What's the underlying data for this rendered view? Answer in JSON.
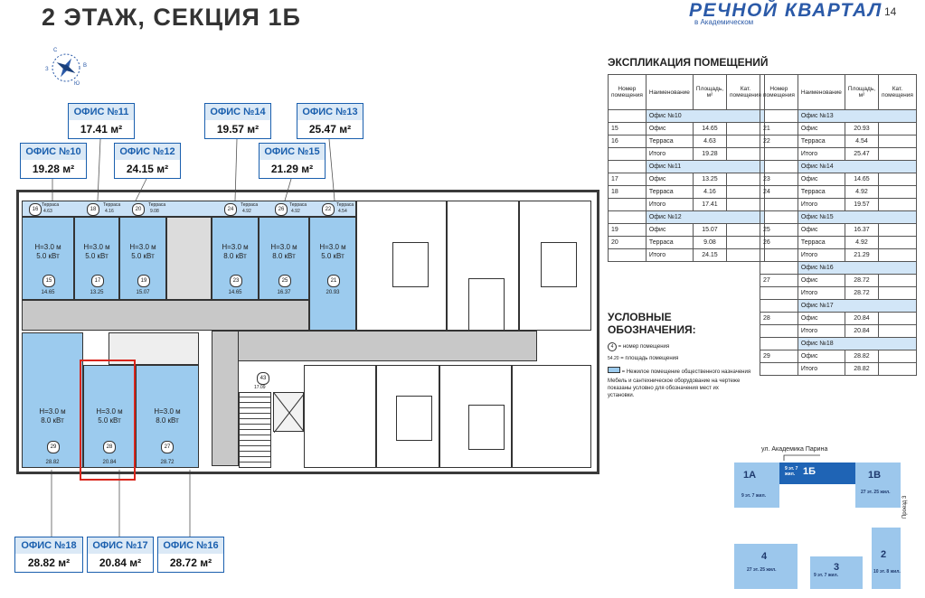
{
  "header": {
    "title": "2 ЭТАЖ, СЕКЦИЯ 1Б",
    "brand": "РЕЧНОЙ КВАРТАЛ",
    "brand_sub": "в Академическом",
    "page_number": "14"
  },
  "compass": {
    "labels": [
      "C",
      "З",
      "В",
      "Ю"
    ]
  },
  "office_labels_top": [
    {
      "title": "ОФИС №11",
      "area": "17.41 м²"
    },
    {
      "title": "ОФИС №10",
      "area": "19.28 м²"
    },
    {
      "title": "ОФИС №12",
      "area": "24.15 м²"
    },
    {
      "title": "ОФИС №14",
      "area": "19.57 м²"
    },
    {
      "title": "ОФИС №13",
      "area": "25.47 м²"
    },
    {
      "title": "ОФИС №15",
      "area": "21.29 м²"
    }
  ],
  "office_labels_bottom": [
    {
      "title": "ОФИС №18",
      "area": "28.82 м²"
    },
    {
      "title": "ОФИС №17",
      "area": "20.84 м²"
    },
    {
      "title": "ОФИС №16",
      "area": "28.72 м²"
    }
  ],
  "plan": {
    "top_rooms": [
      {
        "h": "Н=3.0 м",
        "p": "5.0 кВт",
        "num": "15",
        "area": "14.65",
        "terr": "16",
        "terr_label": "Терраса",
        "terr_area": "4.63"
      },
      {
        "h": "Н=3.0 м",
        "p": "5.0 кВт",
        "num": "17",
        "area": "13.25",
        "terr": "18",
        "terr_label": "Терраса",
        "terr_area": "4.16"
      },
      {
        "h": "Н=3.0 м",
        "p": "5.0 кВт",
        "num": "19",
        "area": "15.07",
        "terr": "20",
        "terr_label": "Терраса",
        "terr_area": "9.08"
      },
      {
        "h": "Н=3.0 м",
        "p": "8.0 кВт",
        "num": "23",
        "area": "14.65",
        "terr": "24",
        "terr_label": "Терраса",
        "terr_area": "4.92"
      },
      {
        "h": "Н=3.0 м",
        "p": "8.0 кВт",
        "num": "25",
        "area": "16.37",
        "terr": "26",
        "terr_label": "Терраса",
        "terr_area": "4.92"
      },
      {
        "h": "Н=3.0 м",
        "p": "5.0 кВт",
        "num": "21",
        "area": "20.93",
        "terr": "22",
        "terr_label": "Терраса",
        "terr_area": "4.54"
      }
    ],
    "bottom_rooms": [
      {
        "h": "Н=3.0 м",
        "p": "8.0 кВт",
        "num": "29",
        "area": "28.82"
      },
      {
        "h": "Н=3.0 м",
        "p": "5.0 кВт",
        "num": "28",
        "area": "20.84"
      },
      {
        "h": "Н=3.0 м",
        "p": "8.0 кВт",
        "num": "27",
        "area": "28.72"
      }
    ],
    "stair_num": "43",
    "stair_area": "17.09"
  },
  "explication": {
    "title": "ЭКСПЛИКАЦИЯ ПОМЕЩЕНИЙ",
    "headers": [
      "Номер помещения",
      "Наименование",
      "Площадь, м²",
      "Кат. помещения"
    ],
    "left": [
      {
        "group": "Офис №10"
      },
      {
        "n": "15",
        "name": "Офис",
        "area": "14.65"
      },
      {
        "n": "16",
        "name": "Терраса",
        "area": "4.63"
      },
      {
        "n": "",
        "name": "Итого",
        "area": "19.28"
      },
      {
        "group": "Офис №11"
      },
      {
        "n": "17",
        "name": "Офис",
        "area": "13.25"
      },
      {
        "n": "18",
        "name": "Терраса",
        "area": "4.16"
      },
      {
        "n": "",
        "name": "Итого",
        "area": "17.41"
      },
      {
        "group": "Офис №12"
      },
      {
        "n": "19",
        "name": "Офис",
        "area": "15.07"
      },
      {
        "n": "20",
        "name": "Терраса",
        "area": "9.08"
      },
      {
        "n": "",
        "name": "Итого",
        "area": "24.15"
      }
    ],
    "right": [
      {
        "group": "Офис №13"
      },
      {
        "n": "21",
        "name": "Офис",
        "area": "20.93"
      },
      {
        "n": "22",
        "name": "Терраса",
        "area": "4.54"
      },
      {
        "n": "",
        "name": "Итого",
        "area": "25.47"
      },
      {
        "group": "Офис №14"
      },
      {
        "n": "23",
        "name": "Офис",
        "area": "14.65"
      },
      {
        "n": "24",
        "name": "Терраса",
        "area": "4.92"
      },
      {
        "n": "",
        "name": "Итого",
        "area": "19.57"
      },
      {
        "group": "Офис №15"
      },
      {
        "n": "25",
        "name": "Офис",
        "area": "16.37"
      },
      {
        "n": "26",
        "name": "Терраса",
        "area": "4.92"
      },
      {
        "n": "",
        "name": "Итого",
        "area": "21.29"
      },
      {
        "group": "Офис №16"
      },
      {
        "n": "27",
        "name": "Офис",
        "area": "28.72"
      },
      {
        "n": "",
        "name": "Итого",
        "area": "28.72"
      },
      {
        "group": "Офис №17"
      },
      {
        "n": "28",
        "name": "Офис",
        "area": "20.84"
      },
      {
        "n": "",
        "name": "Итого",
        "area": "20.84"
      },
      {
        "group": "Офис №18"
      },
      {
        "n": "29",
        "name": "Офис",
        "area": "28.82"
      },
      {
        "n": "",
        "name": "Итого",
        "area": "28.82"
      }
    ]
  },
  "legend": {
    "title_line1": "УСЛОВНЫЕ",
    "title_line2": "ОБОЗНАЧЕНИЯ:",
    "item1_symbol": "4",
    "item1": "= номер помещения",
    "item2_symbol": "54.20",
    "item2": "= площадь помещения",
    "item3": "= Нежилое помещение общественного назначения",
    "note": "Мебель и сантехническое оборудование на чертеже показаны условно для обозначения мест их установки."
  },
  "minimap": {
    "street": "ул. Академика Парина",
    "side_street": "Проезд 3",
    "sections": [
      {
        "label": "1А",
        "sub": "9 эт. 7 жил."
      },
      {
        "label": "1Б",
        "sub": "9 эт. 7 жил."
      },
      {
        "label": "1В",
        "sub": "27 эт. 25 жил."
      },
      {
        "label": "4",
        "sub": "27 эт. 25 жил."
      },
      {
        "label": "3",
        "sub": "9 эт. 7 жил."
      },
      {
        "label": "2",
        "sub": "10 эт. 8 жил."
      }
    ]
  },
  "colors": {
    "brand": "#2b5aa8",
    "office": "#9ccbee",
    "highlight": "#d9261c"
  }
}
